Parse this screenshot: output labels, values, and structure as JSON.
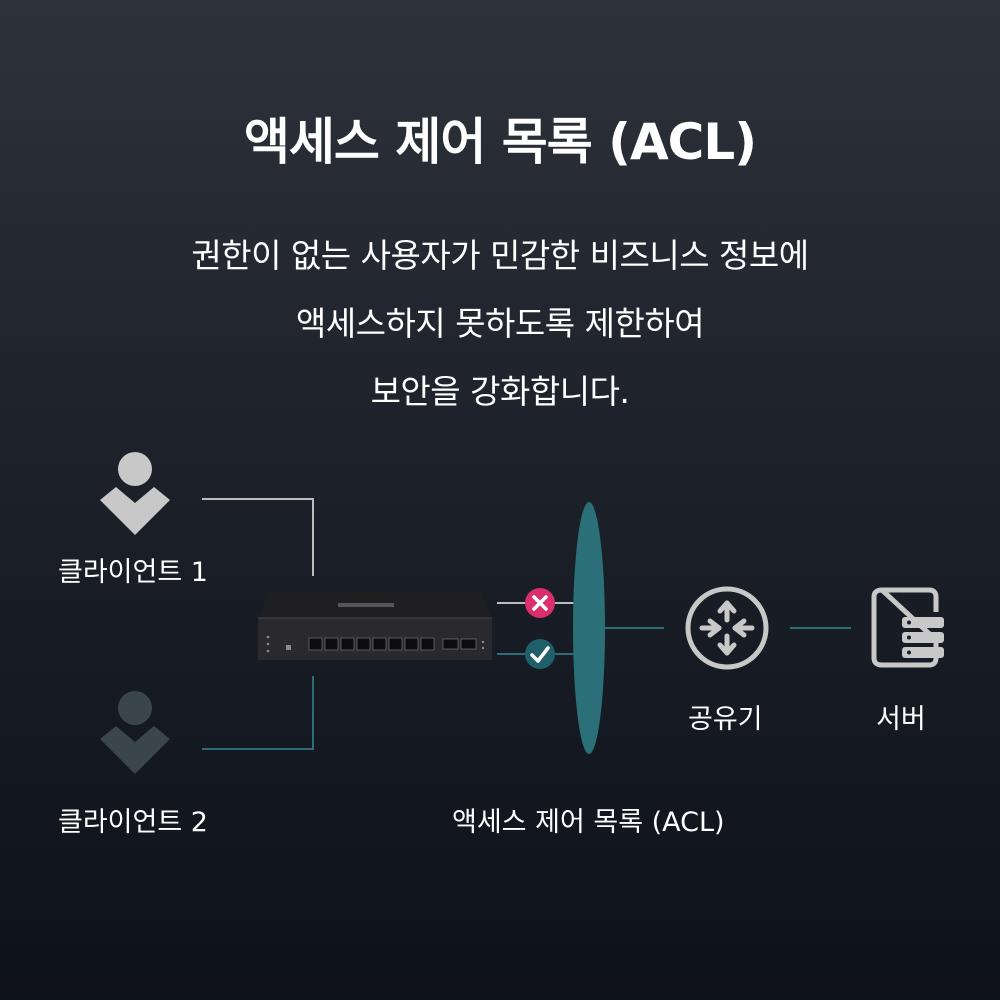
{
  "title": "액세스 제어 목록 (ACL)",
  "description": [
    "권한이 없는 사용자가 민감한 비즈니스 정보에",
    "액세스하지 못하도록 제한하여",
    "보안을 강화합니다."
  ],
  "nodes": {
    "client1": "클라이언트 1",
    "client2": "클라이언트 2",
    "router": "공유기",
    "server": "서버",
    "acl": "액세스 제어 목록 (ACL)"
  },
  "colors": {
    "teal": "#2b6f78",
    "teal_line": "#2f6e78",
    "gray_line": "#bdbdbd",
    "client1_icon": "#c8c8c8",
    "client2_icon": "#3a454d",
    "deny": "#d9306b",
    "allow": "#1f5f6b"
  },
  "icons": {
    "client1": "user-icon",
    "client2": "user-icon",
    "switch": "network-switch-icon",
    "deny": "x-circle-icon",
    "allow": "check-circle-icon",
    "router": "router-icon",
    "server": "server-icon"
  }
}
